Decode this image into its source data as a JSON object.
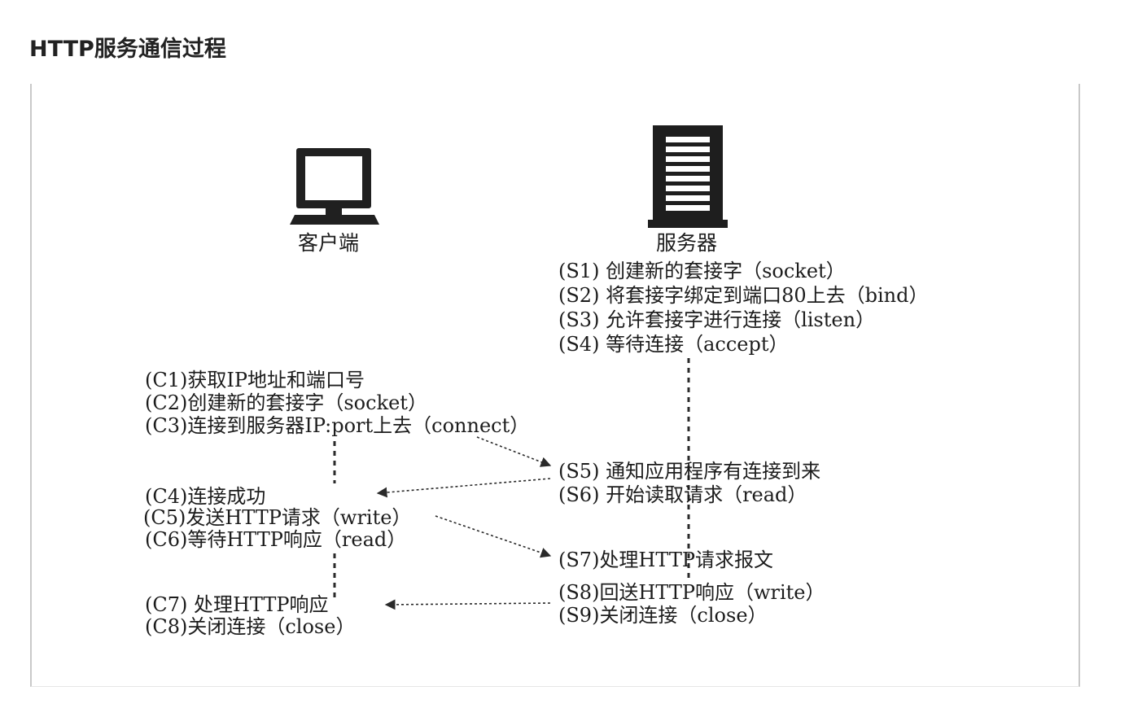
{
  "title": "HTTP服务通信过程",
  "client": {
    "label": "客户端",
    "icon": "computer-monitor-icon",
    "steps": {
      "c1": "(C1)获取IP地址和端口号",
      "c2": "(C2)创建新的套接字（socket）",
      "c3": "(C3)连接到服务器IP:port上去（connect）",
      "c4": "(C4)连接成功",
      "c5": "(C5)发送HTTP请求（write）",
      "c6": "(C6)等待HTTP响应（read）",
      "c7": "(C7) 处理HTTP响应",
      "c8": "(C8)关闭连接（close）"
    }
  },
  "server": {
    "label": "服务器",
    "icon": "server-tower-icon",
    "steps": {
      "s1": "(S1) 创建新的套接字（socket）",
      "s2": "(S2) 将套接字绑定到端口80上去（bind）",
      "s3": "(S3) 允许套接字进行连接（listen）",
      "s4": "(S4) 等待连接（accept）",
      "s5": "(S5) 通知应用程序有连接到来",
      "s6": "(S6) 开始读取请求（read）",
      "s7": "(S7)处理HTTP请求报文",
      "s8": "(S8)回送HTTP响应（write）",
      "s9": "(S9)关闭连接（close）"
    }
  }
}
